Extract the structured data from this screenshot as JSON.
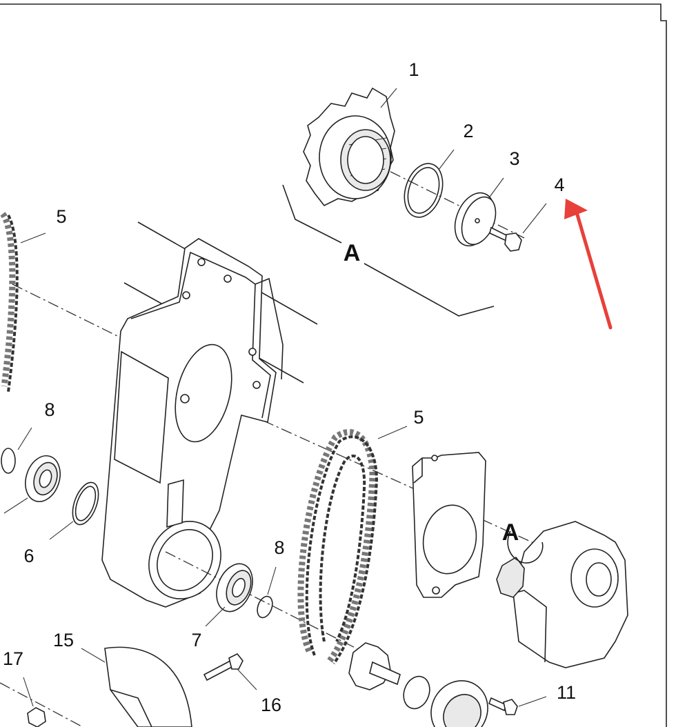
{
  "diagram": {
    "callouts": [
      {
        "id": "1",
        "text": "1"
      },
      {
        "id": "2",
        "text": "2"
      },
      {
        "id": "3",
        "text": "3"
      },
      {
        "id": "4",
        "text": "4"
      },
      {
        "id": "5a",
        "text": "5"
      },
      {
        "id": "5b",
        "text": "5"
      },
      {
        "id": "6",
        "text": "6"
      },
      {
        "id": "7",
        "text": "7"
      },
      {
        "id": "8a",
        "text": "8"
      },
      {
        "id": "8b",
        "text": "8"
      },
      {
        "id": "11",
        "text": "11"
      },
      {
        "id": "15",
        "text": "15"
      },
      {
        "id": "16",
        "text": "16"
      },
      {
        "id": "17",
        "text": "17"
      }
    ],
    "detail_labels": [
      {
        "id": "A1",
        "text": "A"
      },
      {
        "id": "A2",
        "text": "A"
      }
    ],
    "colors": {
      "arrow": "#e8403a",
      "line": "#222222",
      "background": "#ffffff"
    }
  }
}
